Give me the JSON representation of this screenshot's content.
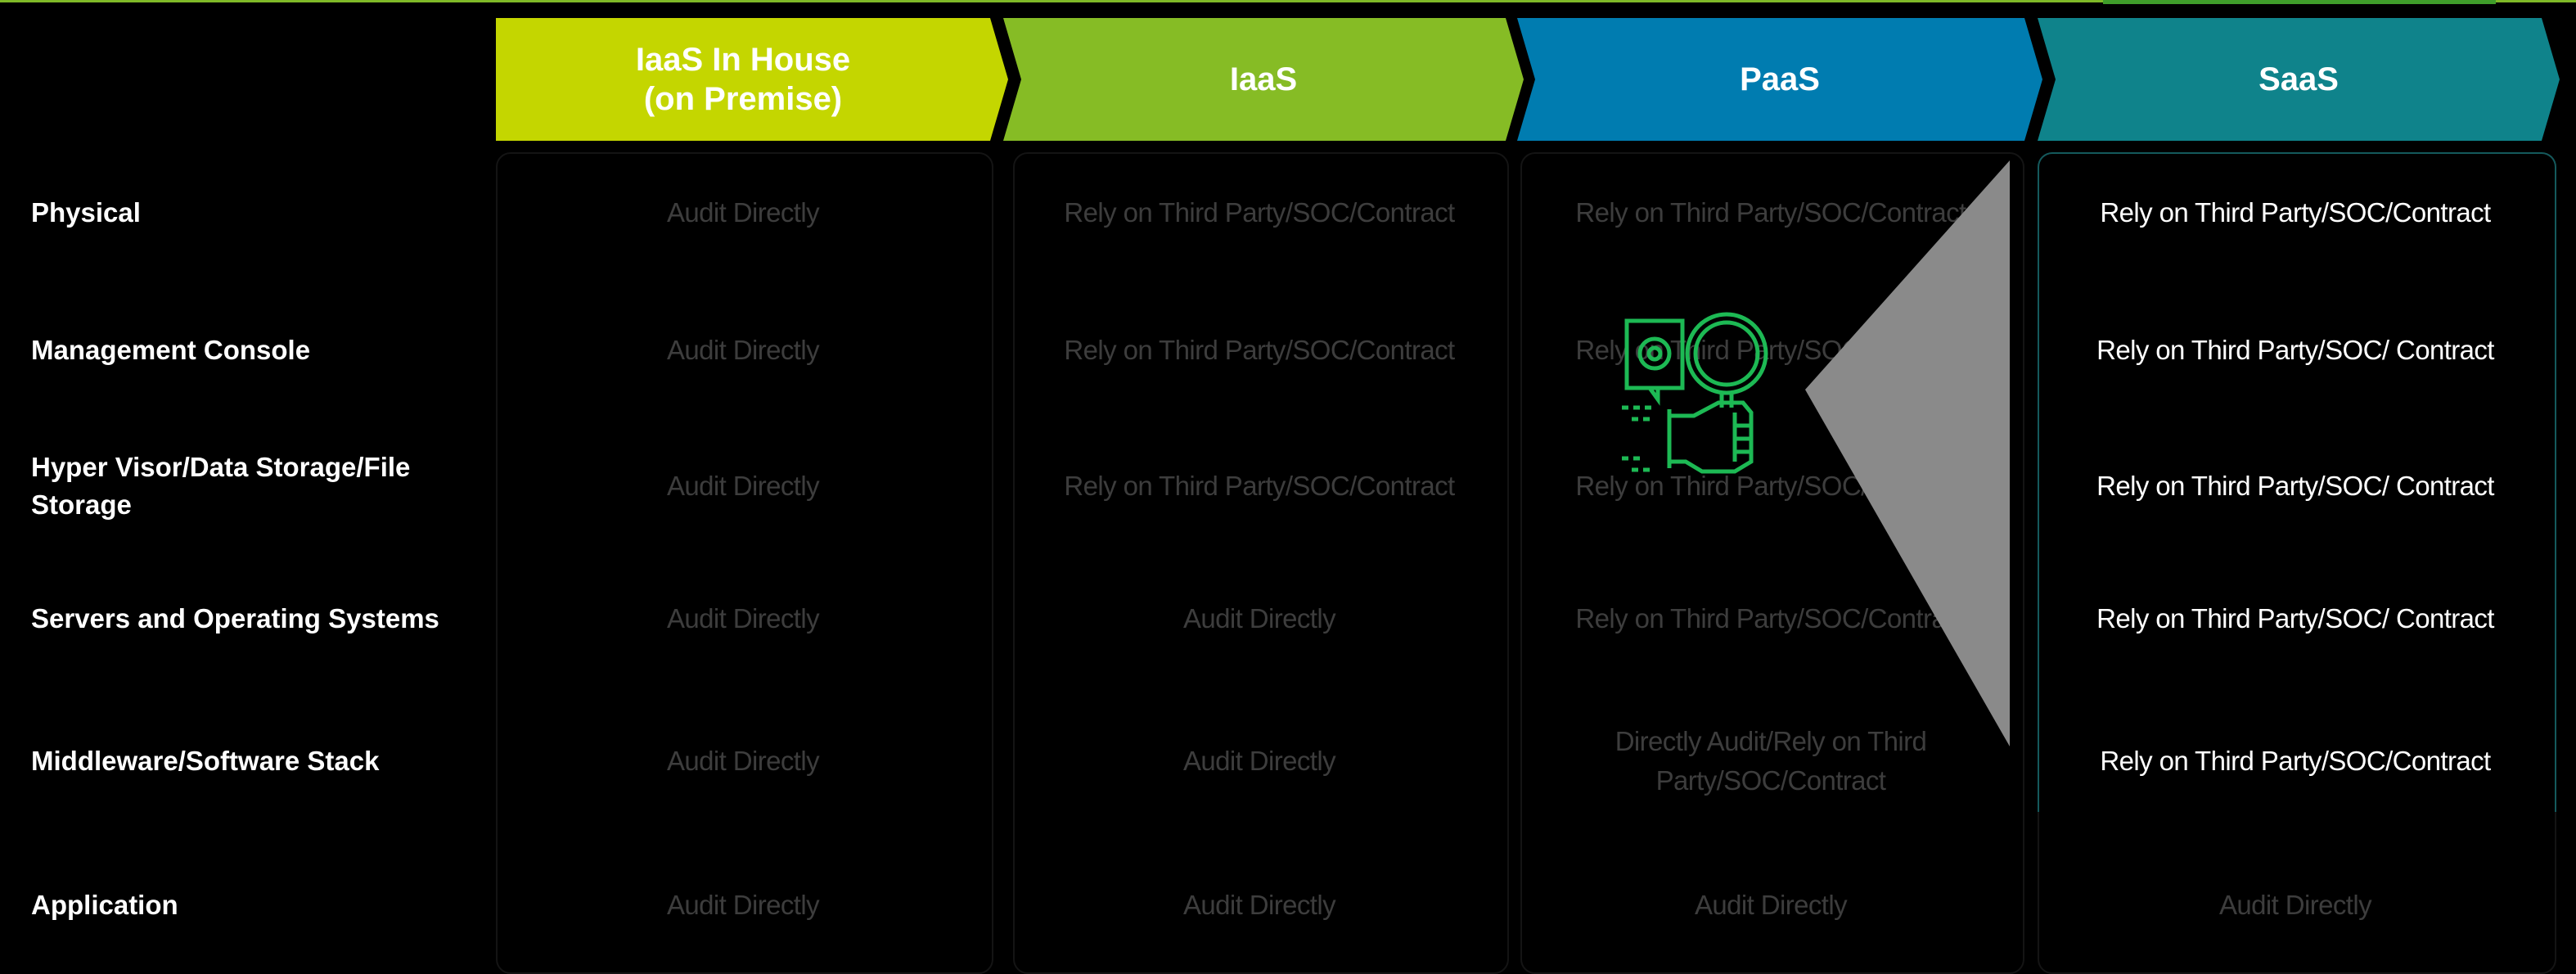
{
  "columns": [
    {
      "title_line1": "IaaS In House",
      "title_line2": "(on Premise)",
      "color": "#c4d600"
    },
    {
      "title_line1": "IaaS",
      "title_line2": "",
      "color": "#86bc25"
    },
    {
      "title_line1": "PaaS",
      "title_line2": "",
      "color": "#007cb0"
    },
    {
      "title_line1": "SaaS",
      "title_line2": "",
      "color": "#0f838b"
    }
  ],
  "rows": [
    {
      "label": "Physical",
      "cells": [
        "Audit Directly",
        "Rely on Third Party/SOC/Contract",
        "Rely on Third Party/SOC/Contract",
        "Rely on Third Party/SOC/Contract"
      ]
    },
    {
      "label": "Management Console",
      "cells": [
        "Audit Directly",
        "Rely on Third Party/SOC/Contract",
        "Rely on Third Party/SOC/Contract",
        "Rely on Third Party/SOC/ Contract"
      ]
    },
    {
      "label": "Hyper Visor/Data Storage/File Storage",
      "cells": [
        "Audit Directly",
        "Rely on Third Party/SOC/Contract",
        "Rely on Third Party/SOC/Contract",
        "Rely on Third Party/SOC/ Contract"
      ]
    },
    {
      "label": "Servers and Operating Systems",
      "cells": [
        "Audit Directly",
        "Audit Directly",
        "Rely on Third Party/SOC/Contract",
        "Rely on Third Party/SOC/ Contract"
      ]
    },
    {
      "label": "Middleware/Software Stack",
      "cells": [
        "Audit Directly",
        "Audit Directly",
        "Directly Audit/Rely on Third Party/SOC/Contract",
        "Rely on Third Party/SOC/Contract"
      ]
    },
    {
      "label": "Application",
      "cells": [
        "Audit Directly",
        "Audit Directly",
        "Audit Directly",
        "Audit Directly"
      ]
    }
  ],
  "icon": "audit-magnifier-hand-icon",
  "icon_color": "#1db954",
  "highlight_color": "#14595c"
}
